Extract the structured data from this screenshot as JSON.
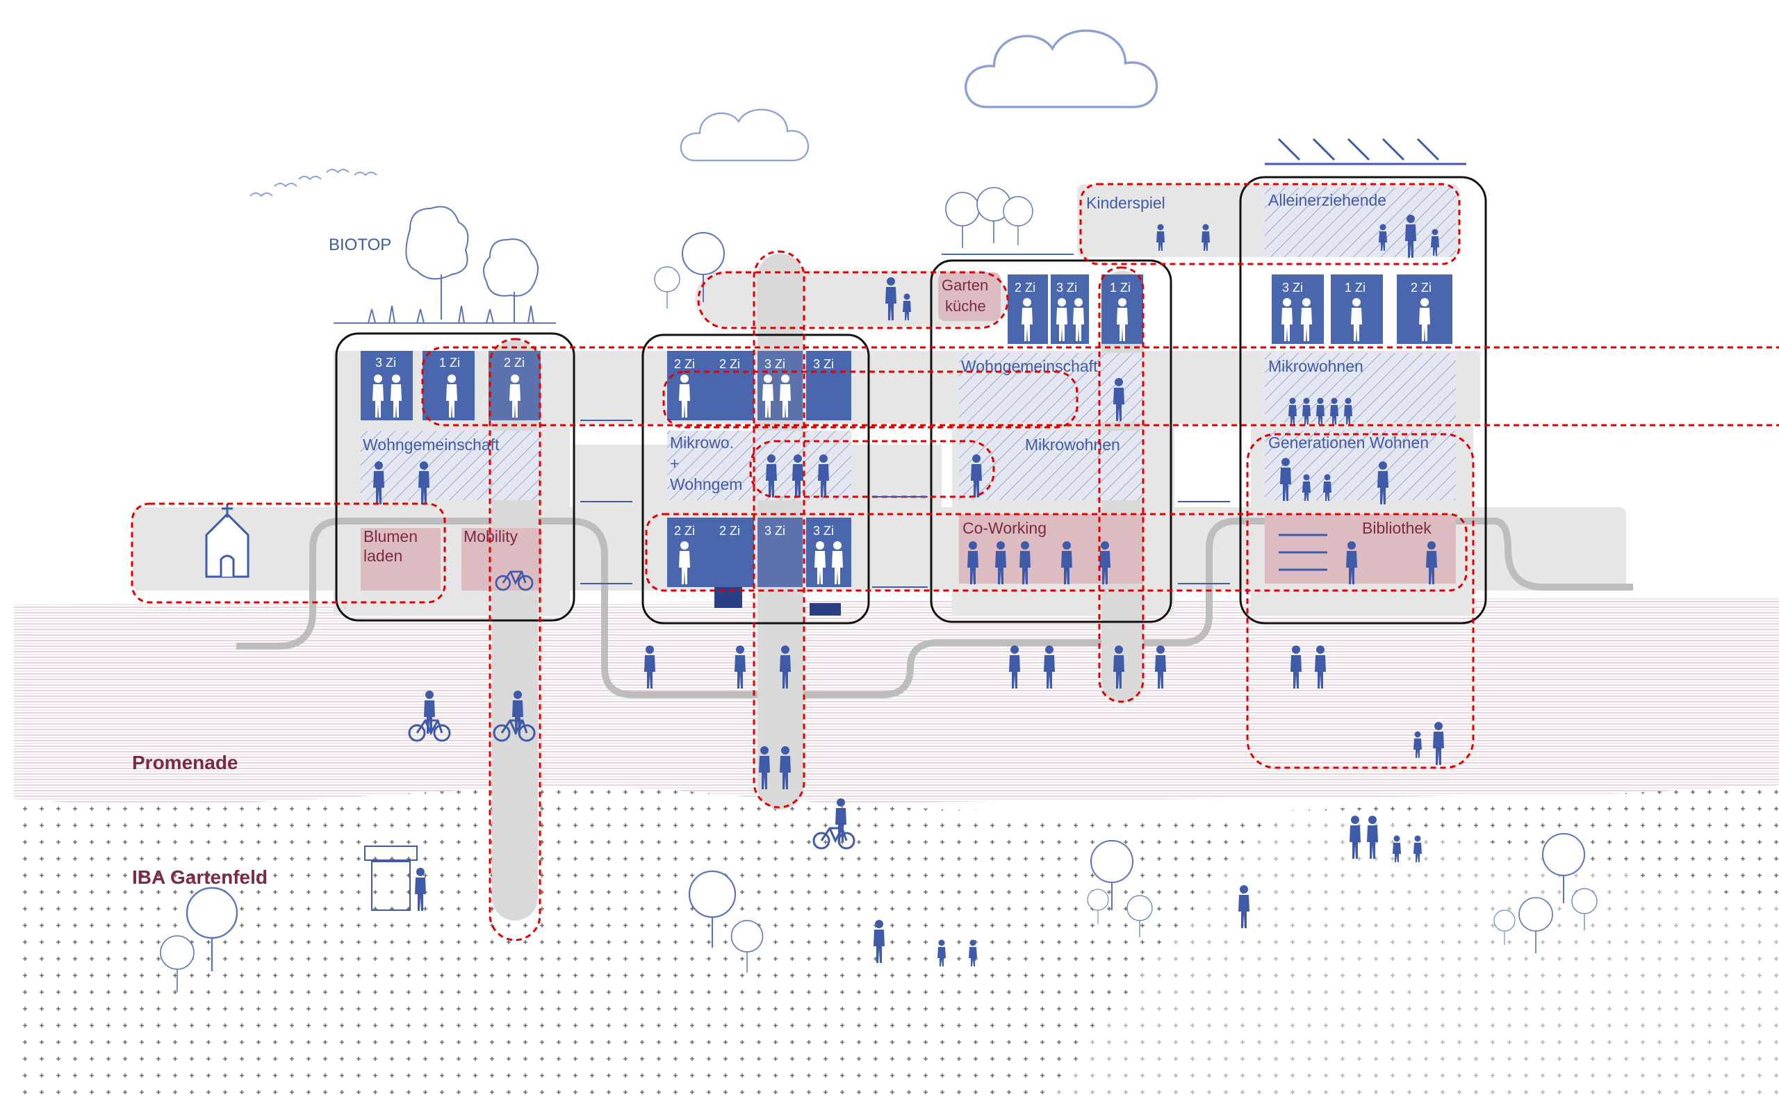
{
  "colors": {
    "blue": "#3f5aa8",
    "blue_line": "#4a6ab8",
    "unit_fill": "#4a67ad",
    "hatch_fill": "#dfe3ee",
    "pink_fill": "#dcbcc1",
    "grey_fill": "#e6e6e6",
    "red_dash": "#e00000",
    "maroon": "#7a2a44",
    "black": "#111111"
  },
  "labels": {
    "biotop": "BIOTOP",
    "promenade": "Promenade",
    "iba": "IBA Gartenfeld",
    "kinderspiel": "Kinderspiel",
    "alleinerziehende": "Alleinerziehende",
    "gartenkueche_1": "Garten",
    "gartenkueche_2": "küche",
    "wg_left": "Wohngemeinschaft",
    "wg_right": "Wohngemeinschaft",
    "mikrowohnen_mid": "Mikrowohnen",
    "mikrowohnen_right": "Mikrowohnen",
    "mikrowo_1": "Mikrowo.",
    "mikrowo_2": "+",
    "mikrowo_3": "Wohngem",
    "generationen": "Generationen Wohnen",
    "blumen_1": "Blumen",
    "blumen_2": "laden",
    "mobility": "Mobility",
    "coworking": "Co-Working",
    "bibliothek": "Bibliothek"
  },
  "units": {
    "b1_row1": [
      "3 Zi",
      "1 Zi",
      "2 Zi"
    ],
    "b2_row1": [
      "2 Zi",
      "2 Zi",
      "3 Zi",
      "3 Zi"
    ],
    "b2_row3": [
      "2 Zi",
      "2 Zi",
      "3 Zi",
      "3 Zi"
    ],
    "b3_top": [
      "2 Zi",
      "3 Zi",
      "1 Zi"
    ],
    "b4_top": [
      "3 Zi",
      "1 Zi",
      "2 Zi"
    ]
  }
}
